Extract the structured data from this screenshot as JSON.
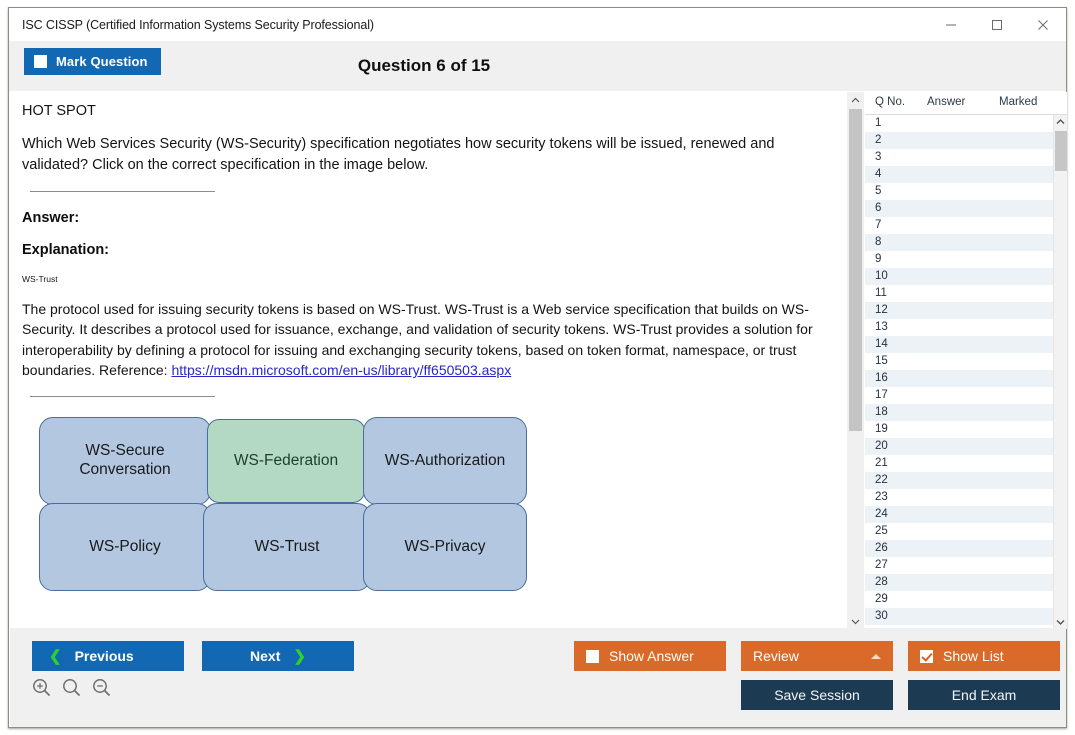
{
  "window": {
    "title": "ISC CISSP (Certified Information Systems Security Professional)",
    "minimize_label": "minimize-icon",
    "maximize_label": "maximize-icon",
    "close_label": "close-icon"
  },
  "header": {
    "mark_question_label": "Mark Question",
    "question_counter": "Question 6 of 15"
  },
  "question": {
    "type_label": "HOT SPOT",
    "stem": "Which Web Services Security (WS-Security) specification negotiates how security tokens will be issued, renewed and validated? Click on the correct specification in the image below.",
    "answer_label": "Answer:",
    "explanation_label": "Explanation:",
    "answer_value": "WS-Trust",
    "explanation_text_before_link": "The protocol used for issuing security tokens is based on WS-Trust. WS-Trust is a Web service specification that builds on WS-Security. It describes a protocol used for issuance, exchange, and validation of security tokens. WS-Trust provides a solution for interoperability by defining a protocol for issuing and exchanging security tokens, based on token format, namespace, or trust boundaries. Reference: ",
    "reference_link": "https://msdn.microsoft.com/en-us/library/ff650503.aspx"
  },
  "diagram": {
    "boxes": [
      {
        "label": "WS-Secure Conversation",
        "selected": false
      },
      {
        "label": "WS-Federation",
        "selected": true
      },
      {
        "label": "WS-Authorization",
        "selected": false
      },
      {
        "label": "WS-Policy",
        "selected": false
      },
      {
        "label": "WS-Trust",
        "selected": false
      },
      {
        "label": "WS-Privacy",
        "selected": false
      }
    ],
    "colors": {
      "box_fill": "#b3c8e0",
      "box_border": "#4a6d9c",
      "selected_fill": "#b3d9c4",
      "selected_text": "#1f3d2b"
    }
  },
  "question_list": {
    "columns": [
      "Q No.",
      "Answer",
      "Marked"
    ],
    "rows": [
      {
        "no": "1",
        "answer": "",
        "marked": ""
      },
      {
        "no": "2",
        "answer": "",
        "marked": ""
      },
      {
        "no": "3",
        "answer": "",
        "marked": ""
      },
      {
        "no": "4",
        "answer": "",
        "marked": ""
      },
      {
        "no": "5",
        "answer": "",
        "marked": ""
      },
      {
        "no": "6",
        "answer": "",
        "marked": ""
      },
      {
        "no": "7",
        "answer": "",
        "marked": ""
      },
      {
        "no": "8",
        "answer": "",
        "marked": ""
      },
      {
        "no": "9",
        "answer": "",
        "marked": ""
      },
      {
        "no": "10",
        "answer": "",
        "marked": ""
      },
      {
        "no": "11",
        "answer": "",
        "marked": ""
      },
      {
        "no": "12",
        "answer": "",
        "marked": ""
      },
      {
        "no": "13",
        "answer": "",
        "marked": ""
      },
      {
        "no": "14",
        "answer": "",
        "marked": ""
      },
      {
        "no": "15",
        "answer": "",
        "marked": ""
      },
      {
        "no": "16",
        "answer": "",
        "marked": ""
      },
      {
        "no": "17",
        "answer": "",
        "marked": ""
      },
      {
        "no": "18",
        "answer": "",
        "marked": ""
      },
      {
        "no": "19",
        "answer": "",
        "marked": ""
      },
      {
        "no": "20",
        "answer": "",
        "marked": ""
      },
      {
        "no": "21",
        "answer": "",
        "marked": ""
      },
      {
        "no": "22",
        "answer": "",
        "marked": ""
      },
      {
        "no": "23",
        "answer": "",
        "marked": ""
      },
      {
        "no": "24",
        "answer": "",
        "marked": ""
      },
      {
        "no": "25",
        "answer": "",
        "marked": ""
      },
      {
        "no": "26",
        "answer": "",
        "marked": ""
      },
      {
        "no": "27",
        "answer": "",
        "marked": ""
      },
      {
        "no": "28",
        "answer": "",
        "marked": ""
      },
      {
        "no": "29",
        "answer": "",
        "marked": ""
      },
      {
        "no": "30",
        "answer": "",
        "marked": ""
      }
    ]
  },
  "toolbar": {
    "previous_label": "Previous",
    "next_label": "Next",
    "show_answer_label": "Show Answer",
    "review_label": "Review",
    "show_list_label": "Show List",
    "save_session_label": "Save Session",
    "end_exam_label": "End Exam",
    "zoom_in_icon": "zoom-in-icon",
    "zoom_reset_icon": "zoom-reset-icon",
    "zoom_out_icon": "zoom-out-icon",
    "show_answer_checked": false,
    "show_list_checked": true
  },
  "colors": {
    "primary_blue": "#1268b3",
    "accent_orange": "#da6a29",
    "navy": "#1d3a53",
    "chevron_green": "#2fd12f",
    "link_blue": "#2727c8"
  }
}
